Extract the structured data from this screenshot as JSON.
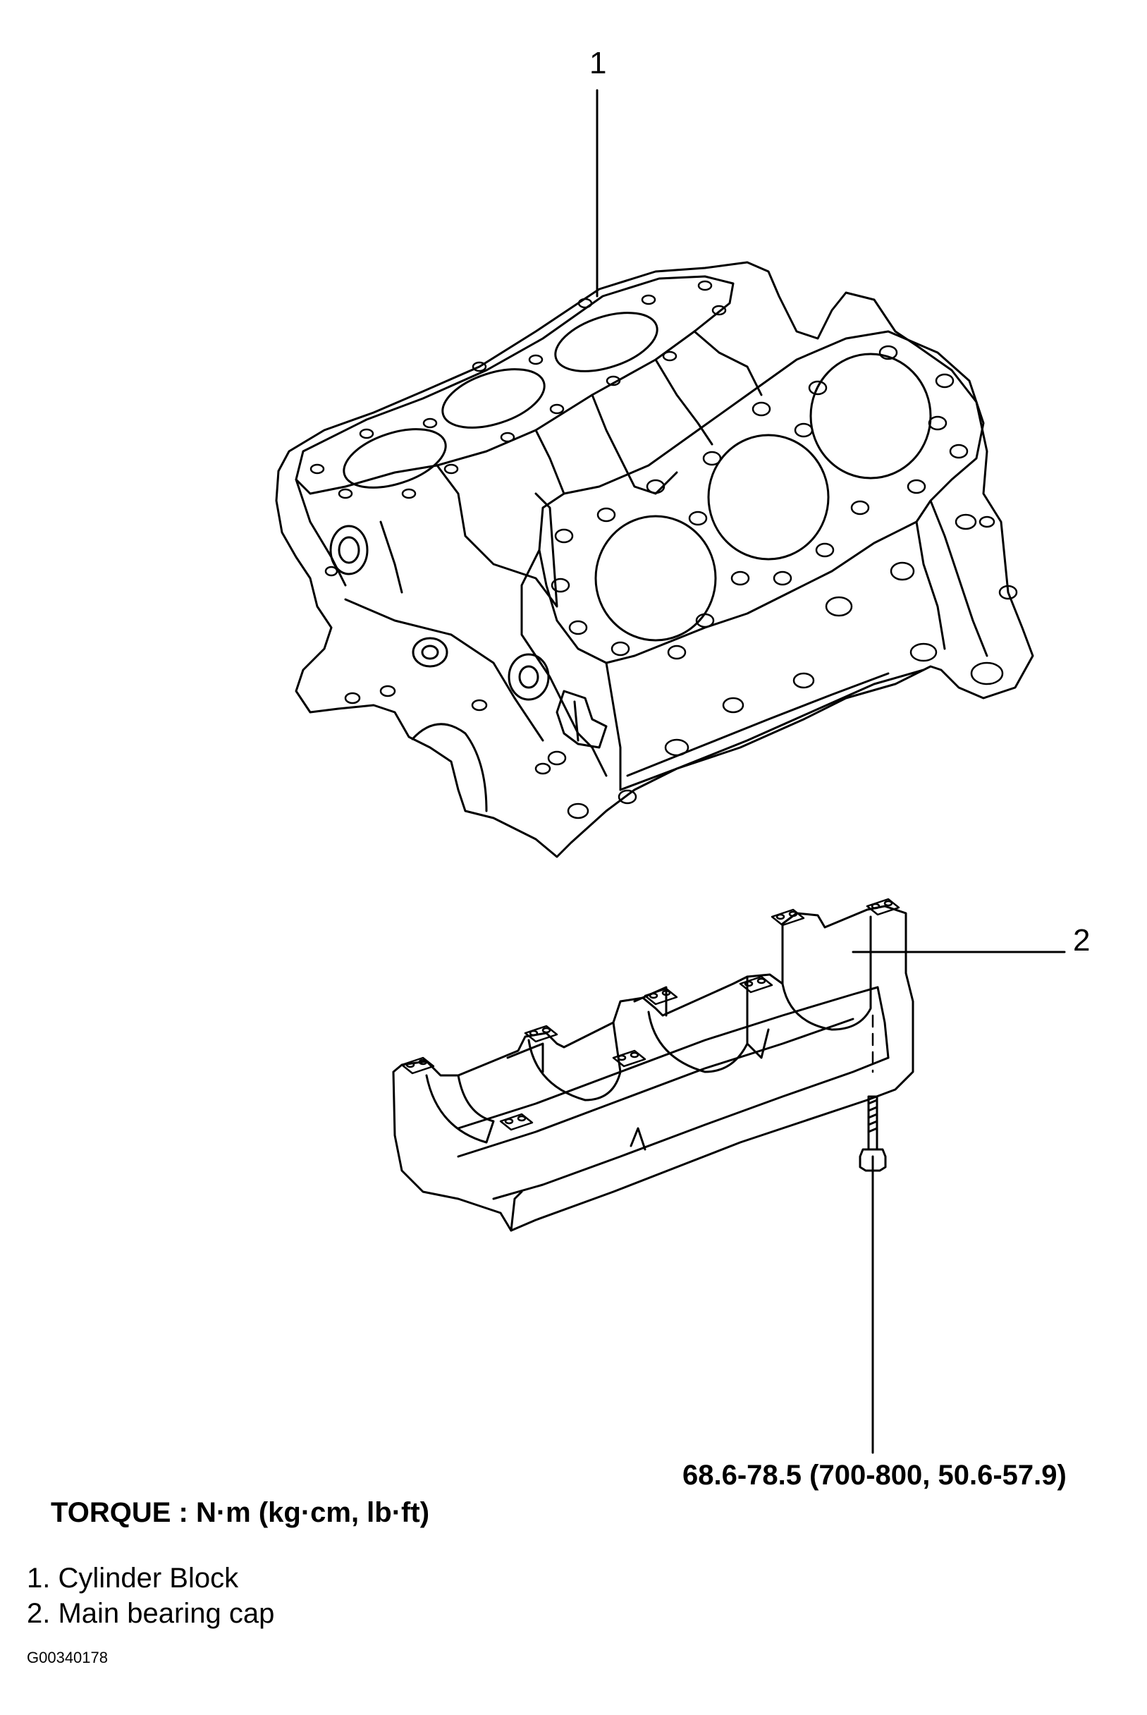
{
  "callouts": {
    "part_1": "1",
    "part_2": "2"
  },
  "torque_value": "68.6-78.5 (700-800, 50.6-57.9)",
  "torque_heading": "TORQUE : N·m (kg·cm, lb·ft)",
  "legend": [
    {
      "text": "1. Cylinder Block"
    },
    {
      "text": "2. Main bearing cap"
    }
  ],
  "figure_id": "G00340178",
  "colors": {
    "line": "#000000",
    "background": "#ffffff"
  }
}
